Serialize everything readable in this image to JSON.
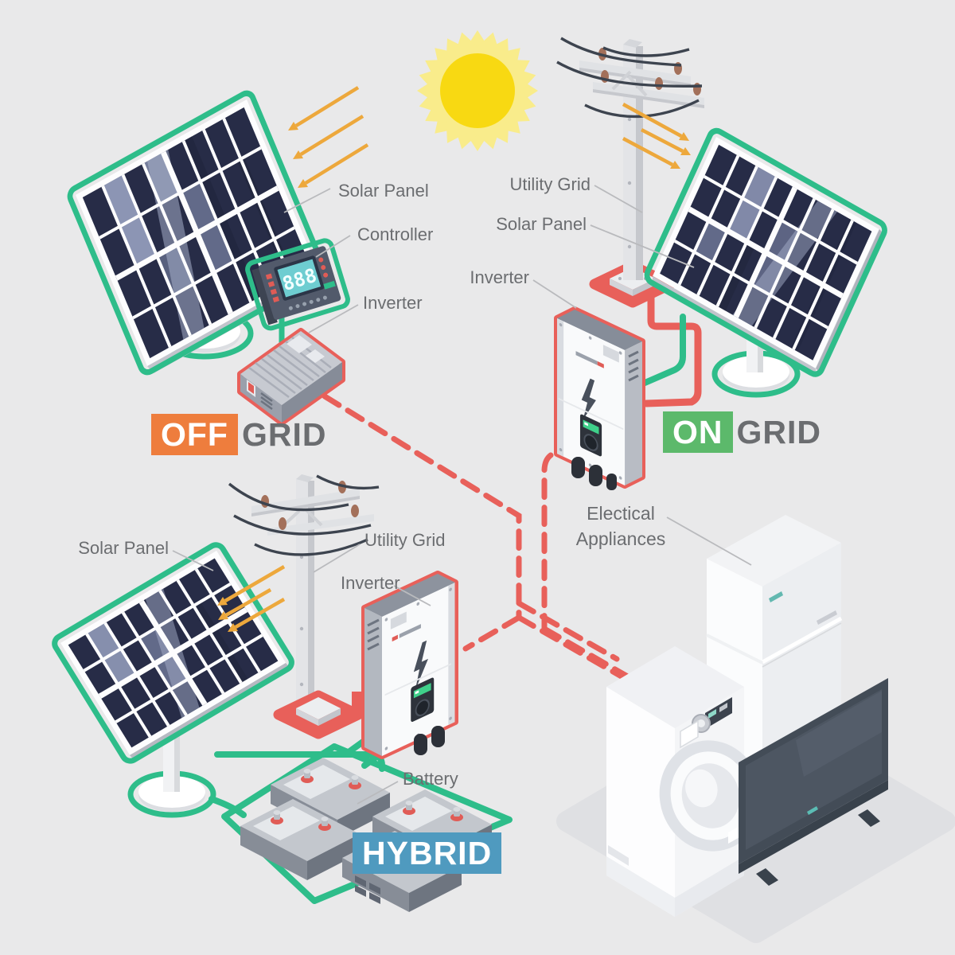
{
  "colors": {
    "background": "#e9e9ea",
    "accent_green": "#2ebd8a",
    "accent_red": "#e8605a",
    "badge_orange": "#ee7d3d",
    "badge_green": "#5cb96b",
    "badge_blue": "#4f9abf",
    "label_gray": "#6b6d70",
    "sun_core": "#f8d912",
    "sun_rays": "#f9ec8b",
    "sunray_arrow_orange": "#eda83c",
    "panel_cell_navy": "#272c47"
  },
  "sections": {
    "offgrid": {
      "badge_prefix": "OFF",
      "badge_suffix": "GRID",
      "labels": {
        "solar_panel": "Solar Panel",
        "controller": "Controller",
        "inverter": "Inverter"
      },
      "controller_display": "888"
    },
    "ongrid": {
      "badge_prefix": "ON",
      "badge_suffix": "GRID",
      "labels": {
        "utility_grid": "Utility Grid",
        "solar_panel": "Solar Panel",
        "inverter": "Inverter"
      }
    },
    "hybrid": {
      "badge": "HYBRID",
      "labels": {
        "solar_panel": "Solar Panel",
        "utility_grid": "Utility Grid",
        "inverter": "Inverter",
        "battery": "Battery"
      }
    },
    "appliances": {
      "label_line1": "Electical",
      "label_line2": "Appliances"
    }
  }
}
